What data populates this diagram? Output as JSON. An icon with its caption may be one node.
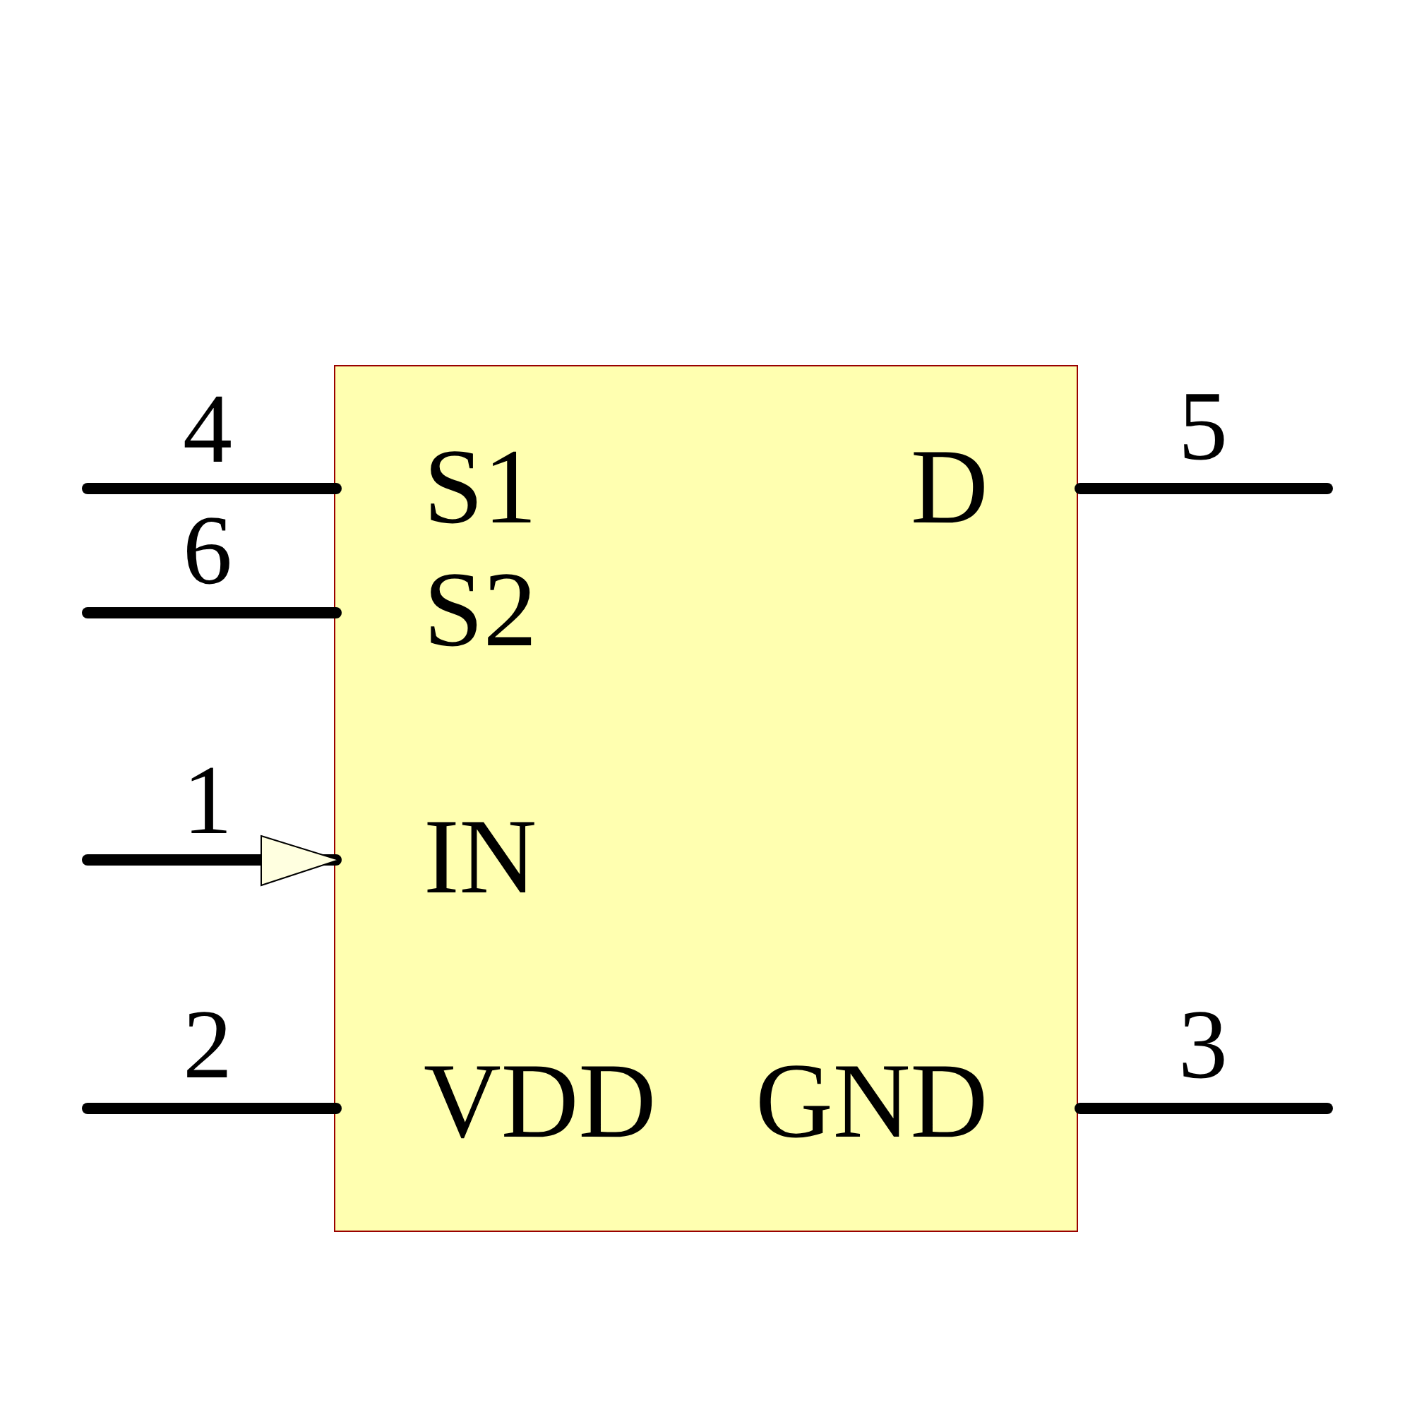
{
  "diagram": {
    "labels": [
      "4",
      "5",
      "S1",
      "D",
      "6",
      "S2",
      "1",
      "IN",
      "2",
      "3",
      "VDD",
      "GND"
    ]
  }
}
